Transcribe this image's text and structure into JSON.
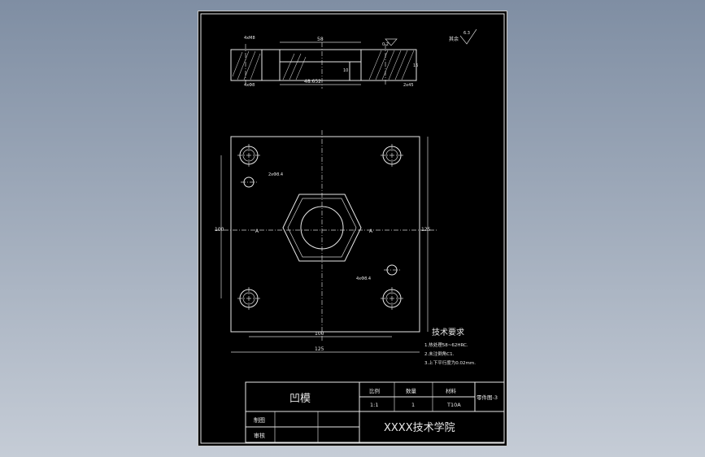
{
  "drawing": {
    "top_view": {
      "dim_total": "58",
      "dim_right": "16",
      "dim_left_top": "4xM8",
      "dim_left_bottom": "4xΦ8",
      "dim_depth": "10",
      "dim_hole": "48.652",
      "dim_chamfer": "2x45",
      "tol": "0.2"
    },
    "roughness_note": "其余",
    "roughness_value": "6.3",
    "plan": {
      "dim_bottom_inner": "100",
      "dim_bottom_outer": "125",
      "dim_left": "100",
      "dim_right": "125",
      "dim_pin": "2xΦ8.4",
      "dim_pin2": "4xΦ8.4",
      "section_mark": "A"
    },
    "tech_req": {
      "title": "技术要求",
      "items": [
        "1.热处理58~62HRC.",
        "2.未注倒角C1.",
        "3.上下平行度为0.02mm."
      ]
    },
    "title_block": {
      "part_name": "凹模",
      "h_scale": "比例",
      "h_qty": "数量",
      "h_material": "材料",
      "h_drawing_no": "零件图-3",
      "v_scale": "1:1",
      "v_qty": "1",
      "v_material": "T10A",
      "row_drawn": "制图",
      "row_check": "审核",
      "school": "XXXX技术学院"
    }
  }
}
